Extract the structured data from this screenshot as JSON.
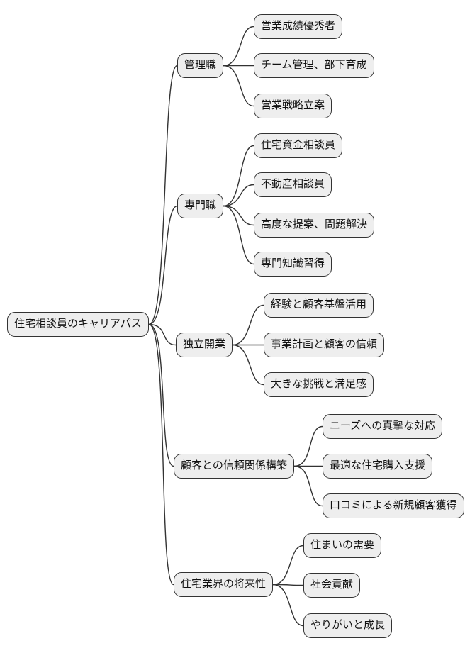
{
  "diagram": {
    "type": "mindmap",
    "colors": {
      "background": "#ffffff",
      "node_fill": "#eeeeee",
      "node_border": "#333333",
      "edge": "#333333",
      "text": "#111111"
    },
    "root": {
      "label": "住宅相談員のキャリアパス"
    },
    "branches": [
      {
        "label": "管理職",
        "children": [
          "営業成績優秀者",
          "チーム管理、部下育成",
          "営業戦略立案"
        ]
      },
      {
        "label": "専門職",
        "children": [
          "住宅資金相談員",
          "不動産相談員",
          "高度な提案、問題解決",
          "専門知識習得"
        ]
      },
      {
        "label": "独立開業",
        "children": [
          "経験と顧客基盤活用",
          "事業計画と顧客の信頼",
          "大きな挑戦と満足感"
        ]
      },
      {
        "label": "顧客との信頼関係構築",
        "children": [
          "ニーズへの真摯な対応",
          "最適な住宅購入支援",
          "口コミによる新規顧客獲得"
        ]
      },
      {
        "label": "住宅業界の将来性",
        "children": [
          "住まいの需要",
          "社会貢献",
          "やりがいと成長"
        ]
      }
    ]
  }
}
